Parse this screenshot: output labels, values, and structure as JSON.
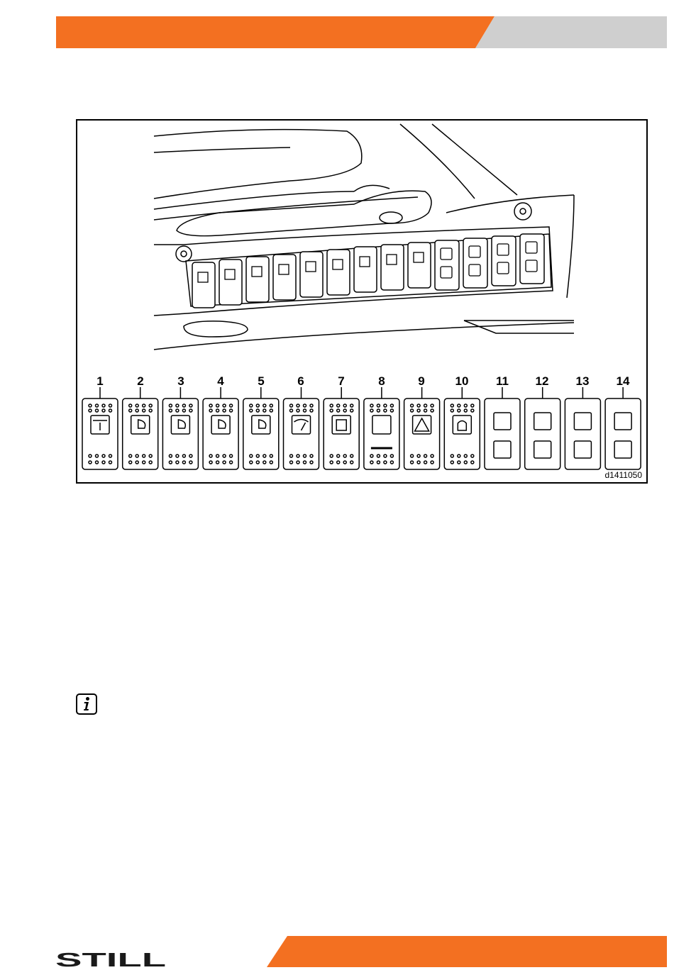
{
  "colors": {
    "accent": "#F37021",
    "header_grey": "#CFCFCF"
  },
  "figure": {
    "id": "d1411050",
    "switch_labels": [
      "1",
      "2",
      "3",
      "4",
      "5",
      "6",
      "7",
      "8",
      "9",
      "10",
      "11",
      "12",
      "13",
      "14"
    ]
  },
  "brand": {
    "logo_text": "STILL"
  }
}
